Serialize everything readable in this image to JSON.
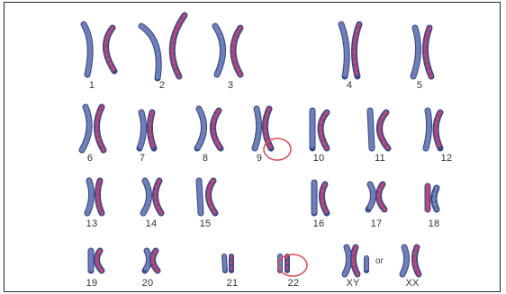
{
  "karyotype": {
    "labels": {
      "c1": "1",
      "c2": "2",
      "c3": "3",
      "c4": "4",
      "c5": "5",
      "c6": "6",
      "c7": "7",
      "c8": "8",
      "c9": "9",
      "c10": "10",
      "c11": "11",
      "c12": "12",
      "c13": "13",
      "c14": "14",
      "c15": "15",
      "c16": "16",
      "c17": "17",
      "c18": "18",
      "c19": "19",
      "c20": "20",
      "c21": "21",
      "c22": "22",
      "xy": "XY",
      "xx": "XX"
    },
    "or_text": "or",
    "colors": {
      "chromosome_fill": "#6f7fb8",
      "chromosome_band": "#b7487a",
      "chromosome_edge": "#3b4a86",
      "highlight_circle": "#e0505a"
    }
  }
}
